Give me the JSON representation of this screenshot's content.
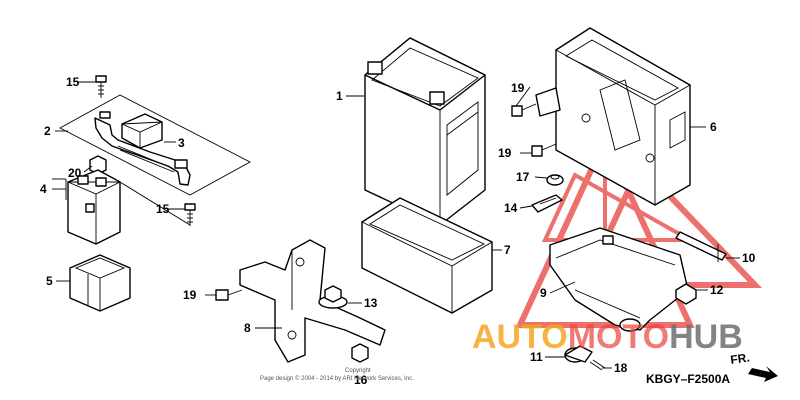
{
  "diagram": {
    "code": "KBGY–F2500A",
    "direction_label": "FR.",
    "copyright_line1": "Copyright",
    "copyright_line2": "Page design © 2004 - 2014 by ARI Network Services, Inc."
  },
  "watermark": {
    "word_part1": "AUTO",
    "word_part2": "MOTO",
    "word_part3": "HUB",
    "color_red": "#e8413c",
    "color_orange": "#f5a623",
    "color_gray": "#6d6e71"
  },
  "callouts": {
    "p1": "1",
    "p2": "2",
    "p3": "3",
    "p4": "4",
    "p5": "5",
    "p6": "6",
    "p7": "7",
    "p8": "8",
    "p9": "9",
    "p10": "10",
    "p11": "11",
    "p12": "12",
    "p13": "13",
    "p14": "14",
    "p15a": "15",
    "p15b": "15",
    "p16": "16",
    "p17": "17",
    "p18": "18",
    "p19a": "19",
    "p19b": "19",
    "p19c": "19",
    "p20": "20"
  }
}
